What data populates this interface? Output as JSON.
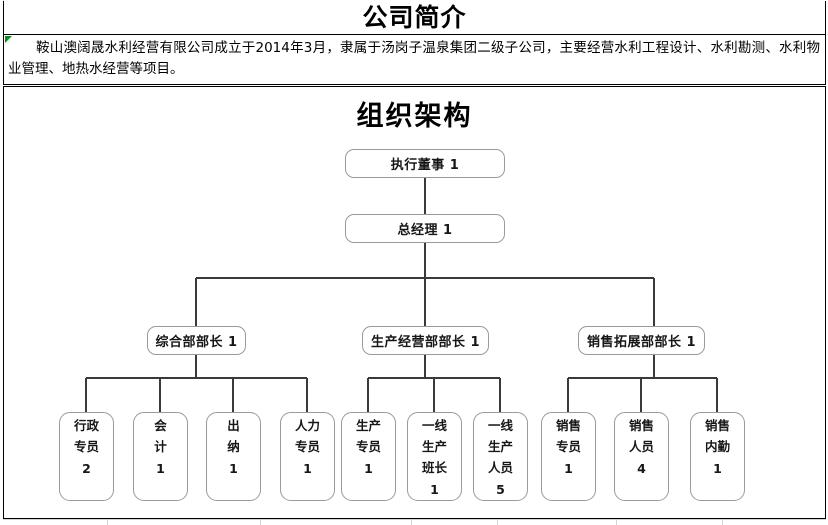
{
  "document": {
    "section_title": "公司简介",
    "description": "鞍山澳阔晟水利经营有限公司成立于2014年3月，隶属于汤岗子温泉集团二级子公司，主要经营水利工程设计、水利勘测、水利物业管理、地热水经营等项目。",
    "chart_title": "组织架构"
  },
  "colors": {
    "box_border": "#9a9a9a",
    "connector": "#3a3a3a",
    "cell_border": "#000000",
    "error_flag": "#0b8a1a",
    "text": "#171717"
  },
  "org_chart": {
    "level1": [
      {
        "title": "执行董事",
        "count": "1",
        "label": "执行董事 1"
      }
    ],
    "level2": [
      {
        "title": "总经理",
        "count": "1",
        "label": "总经理 1"
      }
    ],
    "level3": [
      {
        "title": "综合部部长",
        "count": "1",
        "label": "综合部部长 1"
      },
      {
        "title": "生产经营部部长",
        "count": "1",
        "label": "生产经营部部长 1"
      },
      {
        "title": "销售拓展部部长",
        "count": "1",
        "label": "销售拓展部部长 1"
      }
    ],
    "level4": [
      {
        "lines": [
          "行政",
          "专员"
        ],
        "count": "2",
        "parent": "综合部部长"
      },
      {
        "lines": [
          "会",
          "计"
        ],
        "count": "1",
        "parent": "综合部部长"
      },
      {
        "lines": [
          "出",
          "纳"
        ],
        "count": "1",
        "parent": "综合部部长"
      },
      {
        "lines": [
          "人力",
          "专员"
        ],
        "count": "1",
        "parent": "综合部部长"
      },
      {
        "lines": [
          "生产",
          "专员"
        ],
        "count": "1",
        "parent": "生产经营部部长"
      },
      {
        "lines": [
          "一线",
          "生产",
          "班长"
        ],
        "count": "1",
        "parent": "生产经营部部长"
      },
      {
        "lines": [
          "一线",
          "生产",
          "人员"
        ],
        "count": "5",
        "parent": "生产经营部部长"
      },
      {
        "lines": [
          "销售",
          "专员"
        ],
        "count": "1",
        "parent": "销售拓展部部长"
      },
      {
        "lines": [
          "销售",
          "人员"
        ],
        "count": "4",
        "parent": "销售拓展部部长"
      },
      {
        "lines": [
          "销售",
          "内勤"
        ],
        "count": "1",
        "parent": "销售拓展部部长"
      }
    ]
  }
}
